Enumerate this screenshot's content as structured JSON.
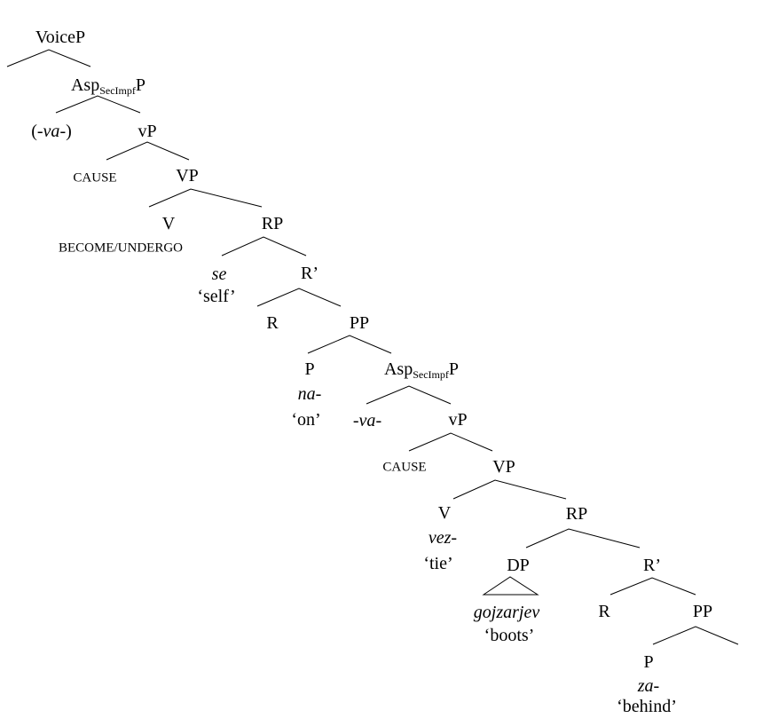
{
  "tree": {
    "voiceP": "VoiceP",
    "asp1": {
      "head": "Asp",
      "sub": "SecImpf",
      "tail": "P"
    },
    "va_optional": {
      "open": "(-",
      "morph": "va",
      "close": "-)"
    },
    "vP1": "vP",
    "cause1": "CAUSE",
    "VP1": "VP",
    "V1": "V",
    "become": "BECOME/UNDERGO",
    "RP1": "RP",
    "se": "se",
    "self": "‘self’",
    "Rbar1": "R’",
    "R1": "R",
    "PP1": "PP",
    "P1": "P",
    "na": "na-",
    "on": "‘on’",
    "asp2": {
      "head": "Asp",
      "sub": "SecImpf",
      "tail": "P"
    },
    "va": {
      "dash": "-",
      "morph": "va",
      "dash2": "-"
    },
    "vP2": "vP",
    "cause2": "CAUSE",
    "VP2": "VP",
    "V2": "V",
    "vez": "vez-",
    "tie": "‘tie’",
    "RP2": "RP",
    "DP": "DP",
    "gojzarjev": "gojzarjev",
    "boots": "‘boots’",
    "Rbar2": "R’",
    "R2": "R",
    "PP2": "PP",
    "P2": "P",
    "za": "za-",
    "behind": "‘behind’"
  }
}
